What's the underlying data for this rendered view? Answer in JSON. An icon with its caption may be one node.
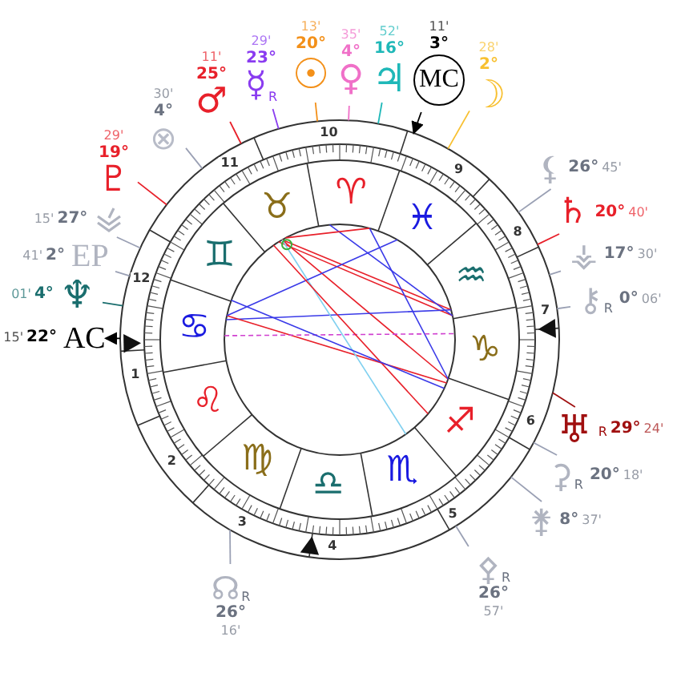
{
  "diagram": {
    "nodes": [
      {
        "text": [
          "15'",
          "22°",
          "AC"
        ]
      },
      {
        "text": [
          "01'",
          "4°",
          "♆"
        ]
      },
      {
        "text": [
          "41'",
          "2°",
          "EP"
        ]
      },
      {
        "text": [
          "15'",
          "27°"
        ]
      },
      {
        "text": [
          "29'",
          "19°",
          "♇"
        ]
      },
      {
        "text": [
          "30'",
          "4°",
          "⊗"
        ]
      },
      {
        "text": [
          "11'",
          "25°",
          "♂"
        ]
      },
      {
        "text": [
          "29'",
          "23°",
          "☿",
          "R"
        ]
      },
      {
        "text": [
          "13'",
          "20°",
          "☉"
        ]
      },
      {
        "text": [
          "35'",
          "4°",
          "♀"
        ]
      },
      {
        "text": [
          "52'",
          "16°",
          "♃"
        ]
      },
      {
        "text": [
          "11'",
          "3°",
          "MC"
        ]
      },
      {
        "text": [
          "28'",
          "2°",
          "☽"
        ]
      },
      {
        "text": [
          "⚸",
          "26°",
          "45'"
        ]
      },
      {
        "text": [
          "♄",
          "20°",
          "40'"
        ]
      },
      {
        "text": [
          "⚶",
          "17°",
          "30'"
        ]
      },
      {
        "text": [
          "⚷",
          "R",
          "0°",
          "06'"
        ]
      },
      {
        "text": [
          "♅",
          "R",
          "29°",
          "24'"
        ]
      },
      {
        "text": [
          "⚳",
          "R",
          "20°",
          "18'"
        ]
      },
      {
        "text": [
          "⚵",
          "8°",
          "37'"
        ]
      },
      {
        "text": [
          "⚴",
          "R",
          "26°",
          "57'"
        ]
      },
      {
        "text": [
          "☊",
          "R",
          "26°",
          "16'"
        ]
      },
      {
        "text": [],
        "shape": "circle"
      }
    ],
    "edges": [
      {
        "from": 22,
        "to": 0,
        "arrow": "to",
        "color": "#000000"
      },
      {
        "from": 1,
        "to": 22,
        "arrow": "none",
        "color": "#1a6e6e"
      },
      {
        "from": 2,
        "to": 22,
        "arrow": "none"
      },
      {
        "from": 3,
        "to": 22,
        "arrow": "none"
      },
      {
        "from": 4,
        "to": 22,
        "arrow": "none",
        "color": "#e8202a"
      },
      {
        "from": 5,
        "to": 22,
        "arrow": "none"
      },
      {
        "from": 6,
        "to": 22,
        "arrow": "none",
        "color": "#e8202a"
      },
      {
        "from": 7,
        "to": 22,
        "arrow": "none",
        "color": "#8a3cf0"
      },
      {
        "from": 8,
        "to": 22,
        "arrow": "none",
        "color": "#f39019"
      },
      {
        "from": 9,
        "to": 22,
        "arrow": "none",
        "color": "#f070c8"
      },
      {
        "from": 10,
        "to": 22,
        "arrow": "none",
        "color": "#1fb8b8"
      },
      {
        "from": 11,
        "to": 22,
        "arrow": "to",
        "color": "#000000"
      },
      {
        "from": 12,
        "to": 22,
        "arrow": "none",
        "color": "#f8c030"
      },
      {
        "from": 13,
        "to": 22,
        "arrow": "none"
      },
      {
        "from": 14,
        "to": 22,
        "arrow": "none",
        "color": "#e8202a"
      },
      {
        "from": 15,
        "to": 22,
        "arrow": "none"
      },
      {
        "from": 16,
        "to": 22,
        "arrow": "none"
      },
      {
        "from": 17,
        "to": 22,
        "arrow": "none",
        "color": "#a01010"
      },
      {
        "from": 18,
        "to": 22,
        "arrow": "none"
      },
      {
        "from": 19,
        "to": 22,
        "arrow": "none"
      },
      {
        "from": 20,
        "to": 22,
        "arrow": "none"
      },
      {
        "from": 21,
        "to": 22,
        "arrow": "none"
      }
    ],
    "labels": [
      "♈",
      "♉",
      "♊",
      "♋",
      "♌",
      "♍",
      "♎",
      "♏",
      "♐",
      "♑",
      "♒",
      "♓",
      "1",
      "2",
      "3",
      "4",
      "5",
      "6",
      "7",
      "8",
      "9",
      "10",
      "11",
      "12"
    ]
  }
}
